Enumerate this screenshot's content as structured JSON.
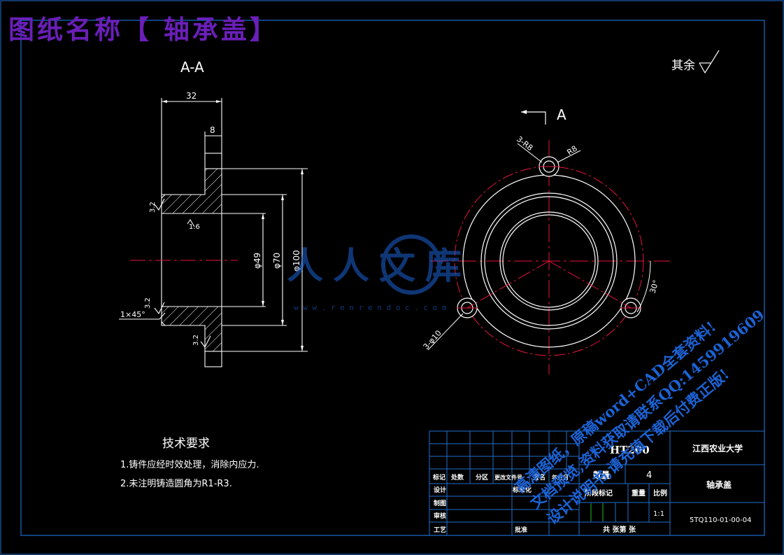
{
  "drawing_title": "图纸名称【 轴承盖】",
  "colors": {
    "background": "#000000",
    "frame": "#1f6fd0",
    "line": "#ffffff",
    "center_line": "#e8143c",
    "title_purple": "#6a1fb8",
    "watermark_blue": "#1c63d6",
    "table_green": "#20c020"
  },
  "section_label": "A-A",
  "surface_note": "其余",
  "view_arrow_label": "A",
  "dimensions": {
    "width_32": "32",
    "width_8": "8",
    "dia_49": "φ49",
    "dia_70": "φ70",
    "dia_100": "φ100",
    "chamfer": "1×45°",
    "holes": "3-φ10",
    "radius_r8a": "3-R8",
    "radius_r8b": "R8",
    "angle": "30°",
    "rough_1": "3.2",
    "rough_2": "1.6",
    "rough_3": "3.2",
    "rough_4": "3.2"
  },
  "tech_requirements": {
    "heading": "技术要求",
    "items": [
      "1.铸件应经时效处理，消除内应力.",
      "2.未注明铸造圆角为R1-R3."
    ]
  },
  "title_block": {
    "material": "HT200",
    "school": "江西农业大学",
    "part_name": "轴承盖",
    "drawing_no": "5TQ110-01-00-04",
    "qty_label": "数量",
    "qty_value": "4",
    "stage_label": "阶段标记",
    "weight_label": "重量",
    "scale_label": "比例",
    "scale_value": "1:1",
    "sheets_label": "共   张第   张",
    "row_labels": [
      "标记",
      "处数",
      "分区",
      "更改文件号",
      "签名",
      "年月日"
    ],
    "left_labels": [
      "设计",
      "制图",
      "审核",
      "工艺"
    ],
    "mid_labels": [
      "标准化",
      "批准"
    ]
  },
  "watermark": {
    "logo_text": "人人文库",
    "url": "w w w . r e n r e n d o c . c o m",
    "line1": "高清图纸，原稿word+CAD全套资料!",
    "line2": "文档预览,资料获取请联系QQ:1459919609",
    "line3": "设计说明书,请充值下载后付费正版!"
  }
}
